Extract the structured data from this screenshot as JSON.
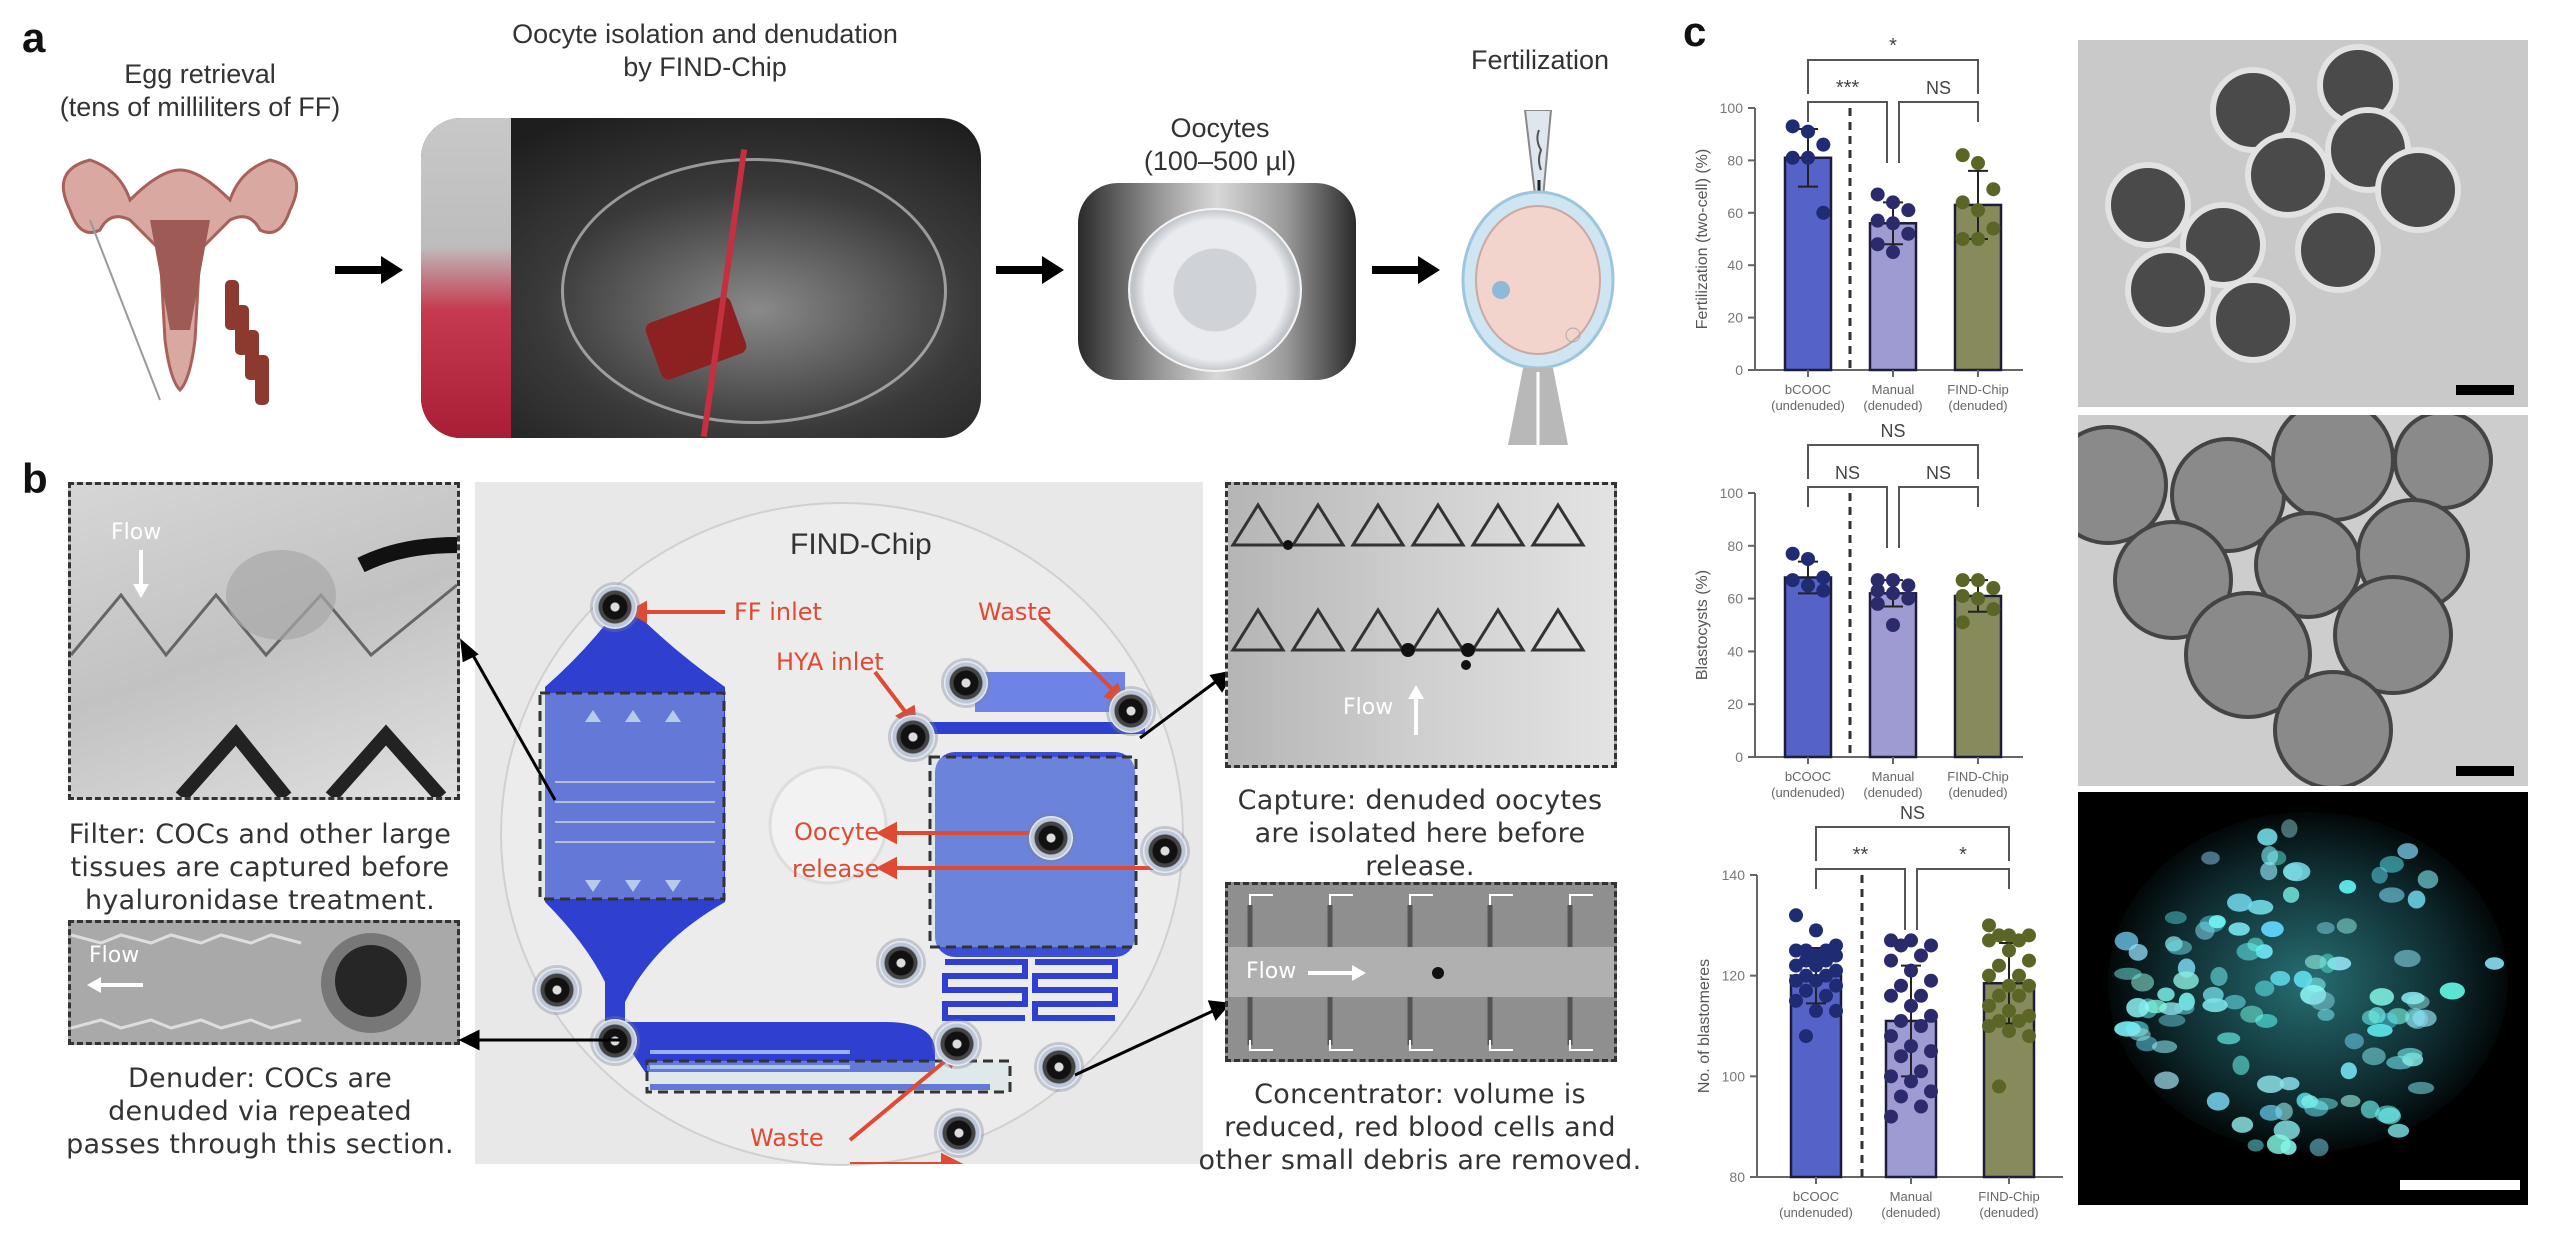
{
  "panel_a": {
    "label": "a",
    "egg_retrieval": {
      "line1": "Egg retrieval",
      "line2": "(tens of milliliters of FF)"
    },
    "isolation": {
      "line1": "Oocyte isolation and denudation",
      "line2": "by FIND-Chip"
    },
    "oocytes": {
      "line1": "Oocytes",
      "line2": "(100–500 µl)"
    },
    "fertilization": {
      "line1": "Fertilization"
    }
  },
  "panel_b": {
    "label": "b",
    "chip_title": "FIND-Chip",
    "labels": {
      "ff_inlet": "FF inlet",
      "waste_top": "Waste",
      "hya_inlet": "HYA inlet",
      "oocyte_release_1": "Oocyte",
      "oocyte_release_2": "release",
      "waste_bottom": "Waste"
    },
    "flow_label": "Flow",
    "filter": {
      "line1": "Filter: COCs and other large",
      "line2": "tissues are captured before",
      "line3": "hyaluronidase treatment."
    },
    "denuder": {
      "line1": "Denuder: COCs are",
      "line2": "denuded via repeated",
      "line3": "passes through this section."
    },
    "capture": {
      "line1": "Capture: denuded oocytes",
      "line2": "are isolated here before",
      "line3": "release."
    },
    "concentrator": {
      "line1": "Concentrator: volume is",
      "line2": "reduced, red blood cells and",
      "line3": "other small debris are removed."
    },
    "accent_color": "#e04a33",
    "channel_color": "#2f3fd0"
  },
  "panel_c": {
    "label": "c"
  },
  "chart_data": [
    {
      "type": "bar",
      "ylabel": "Fertilization (two-cell) (%)",
      "ylim": [
        0,
        100
      ],
      "yticks": [
        0,
        20,
        40,
        60,
        80,
        100
      ],
      "categories": [
        [
          "bCOOC",
          "(undenuded)"
        ],
        [
          "Manual",
          "(denuded)"
        ],
        [
          "FIND-Chip",
          "(denuded)"
        ]
      ],
      "colors": [
        "#5563c9",
        "#9d9bd1",
        "#878b5b"
      ],
      "dot_colors": [
        "#1f2b72",
        "#2b2b6b",
        "#5b6526"
      ],
      "means": [
        81,
        56,
        63
      ],
      "sd": [
        11,
        8,
        13
      ],
      "points": [
        [
          93,
          91,
          86,
          81,
          81,
          60
        ],
        [
          67,
          64,
          61,
          57,
          56,
          52,
          48,
          45
        ],
        [
          82,
          79,
          69,
          64,
          61,
          54,
          50,
          50
        ]
      ],
      "significance": [
        {
          "pair": [
            0,
            1
          ],
          "label": "***"
        },
        {
          "pair": [
            1,
            2
          ],
          "label": "NS"
        },
        {
          "pair": [
            0,
            2
          ],
          "label": "*"
        }
      ]
    },
    {
      "type": "bar",
      "ylabel": "Blastocysts (%)",
      "ylim": [
        0,
        100
      ],
      "yticks": [
        0,
        20,
        40,
        60,
        80,
        100
      ],
      "categories": [
        [
          "bCOOC",
          "(undenuded)"
        ],
        [
          "Manual",
          "(denuded)"
        ],
        [
          "FIND-Chip",
          "(denuded)"
        ]
      ],
      "colors": [
        "#5563c9",
        "#9d9bd1",
        "#878b5b"
      ],
      "dot_colors": [
        "#1f2b72",
        "#2b2b6b",
        "#5b6526"
      ],
      "means": [
        68,
        62,
        61
      ],
      "sd": [
        6,
        5,
        6
      ],
      "points": [
        [
          77,
          75,
          68,
          67,
          65,
          63
        ],
        [
          67,
          67,
          65,
          63,
          62,
          60,
          58,
          50
        ],
        [
          67,
          67,
          64,
          61,
          60,
          56,
          51
        ]
      ],
      "significance": [
        {
          "pair": [
            0,
            1
          ],
          "label": "NS"
        },
        {
          "pair": [
            1,
            2
          ],
          "label": "NS"
        },
        {
          "pair": [
            0,
            2
          ],
          "label": "NS"
        }
      ]
    },
    {
      "type": "bar",
      "ylabel": "No. of blastomeres",
      "ylim": [
        80,
        140
      ],
      "yticks": [
        80,
        100,
        120,
        140
      ],
      "categories": [
        [
          "bCOOC",
          "(undenuded)"
        ],
        [
          "Manual",
          "(denuded)"
        ],
        [
          "FIND-Chip",
          "(denuded)"
        ]
      ],
      "colors": [
        "#5563c9",
        "#9d9bd1",
        "#878b5b"
      ],
      "dot_colors": [
        "#1f2b72",
        "#2b2b6b",
        "#5b6526"
      ],
      "means": [
        120,
        111,
        118.5
      ],
      "sd": [
        5.5,
        11,
        8
      ],
      "points": [
        [
          132,
          129,
          126,
          125,
          125,
          125,
          124,
          124,
          123,
          123,
          122,
          122,
          121,
          120,
          120,
          119,
          119,
          118,
          117,
          116,
          115,
          113,
          113,
          108
        ],
        [
          127,
          127,
          126,
          126,
          124,
          123,
          121,
          119,
          118,
          116,
          116,
          114,
          112,
          111,
          110,
          108,
          106,
          105,
          104,
          101,
          100,
          99,
          97,
          96,
          94,
          92
        ],
        [
          130,
          128,
          128,
          128,
          127,
          127,
          125,
          123,
          122,
          120,
          120,
          118,
          118,
          116,
          116,
          114,
          113,
          112,
          111,
          111,
          110,
          109,
          108,
          98
        ]
      ],
      "significance": [
        {
          "pair": [
            0,
            1
          ],
          "label": "**"
        },
        {
          "pair": [
            1,
            2
          ],
          "label": "*"
        },
        {
          "pair": [
            0,
            2
          ],
          "label": "NS"
        }
      ]
    }
  ]
}
